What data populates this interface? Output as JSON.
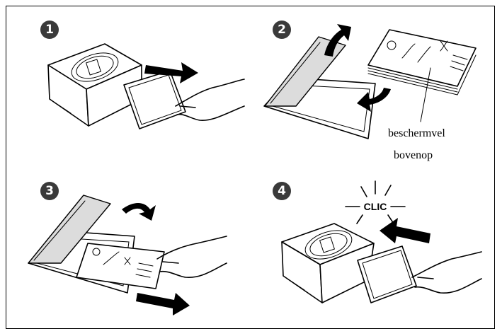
{
  "steps": [
    {
      "number": "1",
      "symbol": "❶"
    },
    {
      "number": "2",
      "symbol": "❷"
    },
    {
      "number": "3",
      "symbol": "❸"
    },
    {
      "number": "4",
      "symbol": "❹"
    }
  ],
  "labels": {
    "protective_sheet_line1": "beschermvel",
    "protective_sheet_line2": "bovenop",
    "click_sound": "CLIC"
  },
  "colors": {
    "badge": "#3a3a3a",
    "line": "#000000",
    "background": "#ffffff"
  }
}
